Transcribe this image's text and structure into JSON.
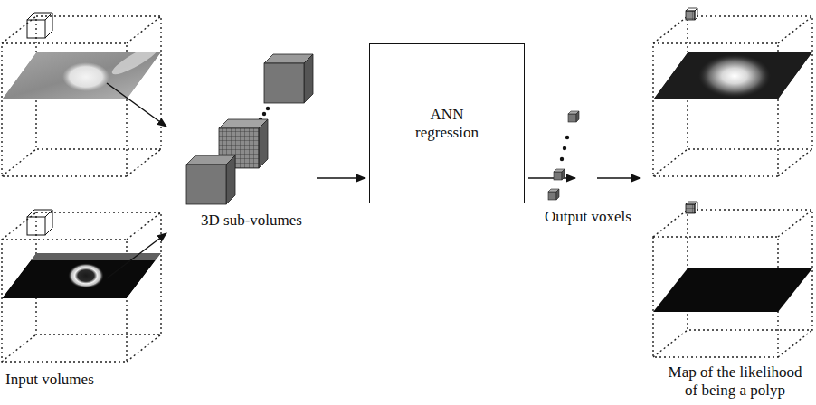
{
  "diagram": {
    "nodes": [
      {
        "text": [
          "ANN regression"
        ]
      }
    ],
    "labels": [
      "Input volumes",
      "3D sub-volumes",
      "Output voxels",
      "Map of the likelihood of being a polyp"
    ]
  }
}
